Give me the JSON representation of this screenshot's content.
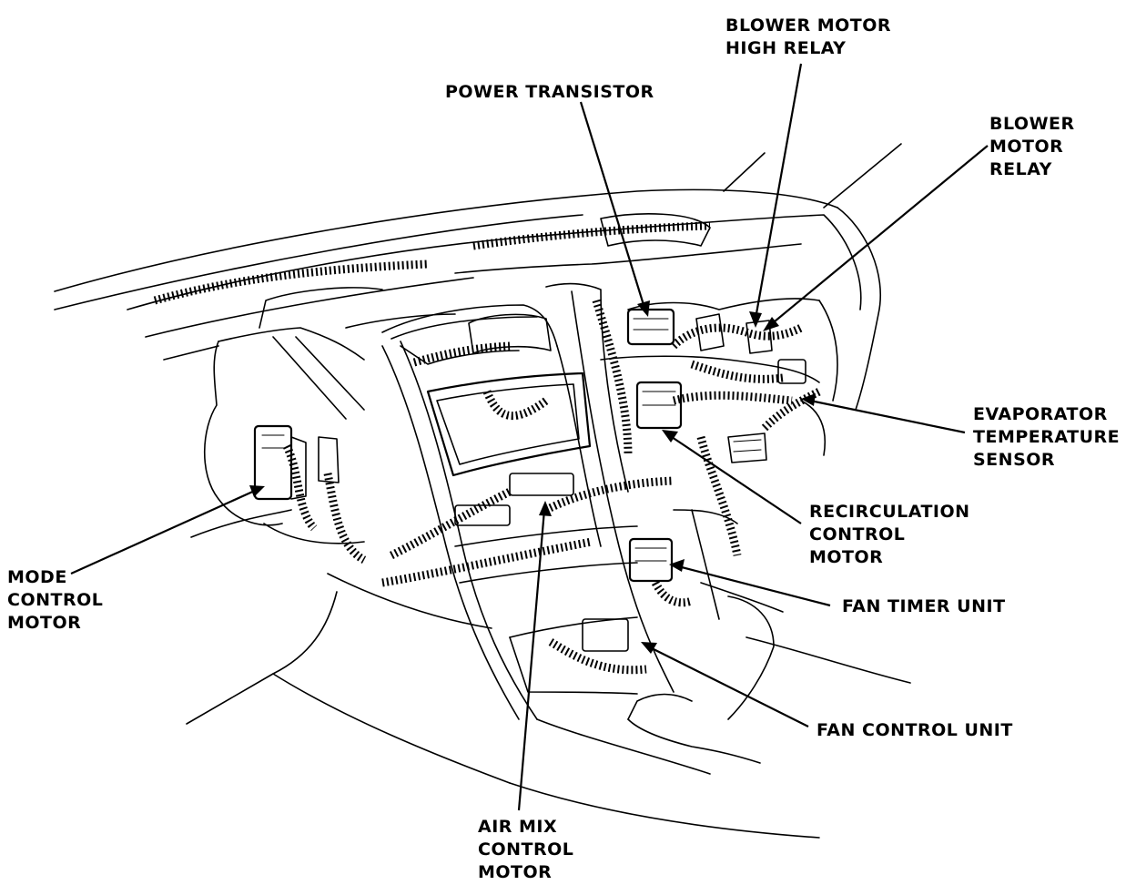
{
  "labels": {
    "blower_motor_high_relay": [
      "BLOWER MOTOR",
      "HIGH RELAY"
    ],
    "power_transistor": [
      "POWER TRANSISTOR"
    ],
    "blower_motor_relay": [
      "BLOWER",
      "MOTOR",
      "RELAY"
    ],
    "evaporator_temperature_sensor": [
      "EVAPORATOR",
      "TEMPERATURE",
      "SENSOR"
    ],
    "recirculation_control_motor": [
      "RECIRCULATION",
      "CONTROL",
      "MOTOR"
    ],
    "fan_timer_unit": [
      "FAN TIMER UNIT"
    ],
    "fan_control_unit": [
      "FAN CONTROL UNIT"
    ],
    "air_mix_control_motor": [
      "AIR MIX",
      "CONTROL",
      "MOTOR"
    ],
    "mode_control_motor": [
      "MODE",
      "CONTROL",
      "MOTOR"
    ]
  }
}
